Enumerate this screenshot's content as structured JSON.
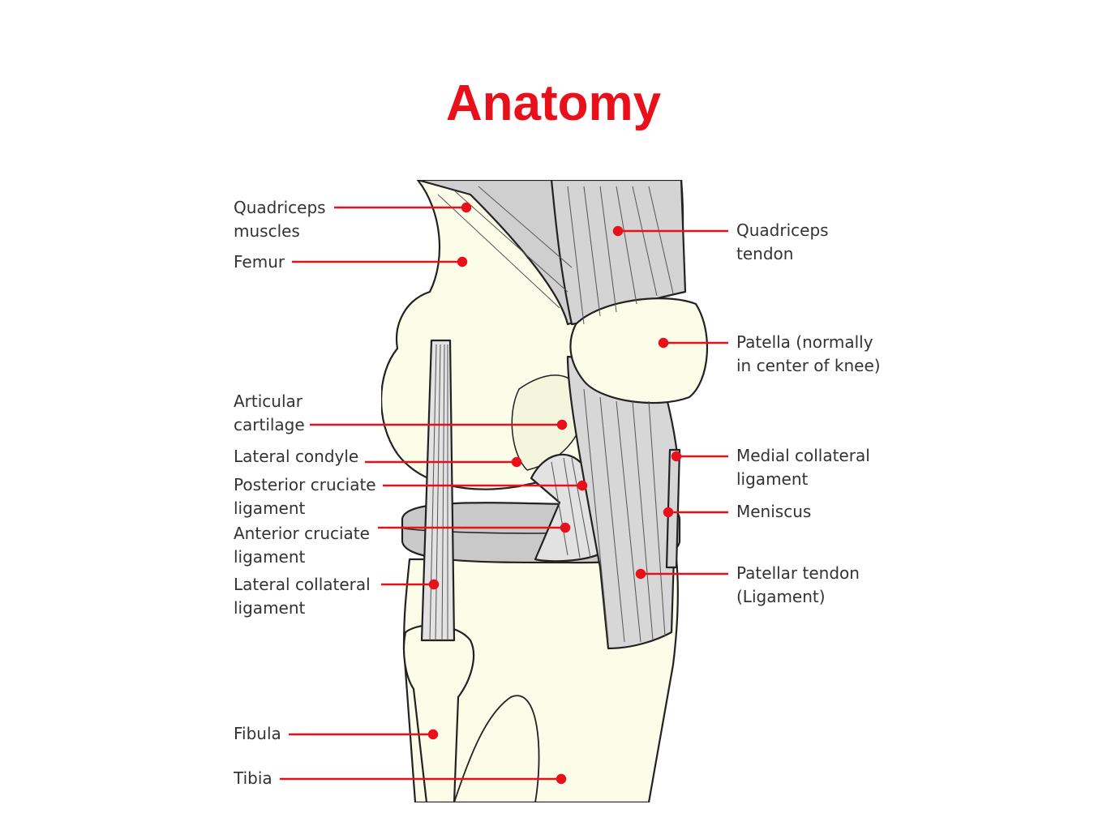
{
  "title": "Anatomy",
  "accent_color": "#e8101a",
  "labels": {
    "quadriceps_muscles": [
      "Quadriceps",
      "muscles"
    ],
    "femur": [
      "Femur"
    ],
    "articular_cartilage": [
      "Articular",
      "cartilage"
    ],
    "lateral_condyle": [
      "Lateral condyle"
    ],
    "posterior_cruciate": [
      "Posterior cruciate",
      "ligament"
    ],
    "anterior_cruciate": [
      "Anterior cruciate",
      "ligament"
    ],
    "lateral_collateral": [
      "Lateral collateral",
      "ligament"
    ],
    "fibula": [
      "Fibula"
    ],
    "tibia": [
      "Tibia"
    ],
    "quadriceps_tendon": [
      "Quadriceps",
      "tendon"
    ],
    "patella": [
      "Patella (normally",
      "in center of knee)"
    ],
    "medial_collateral": [
      "Medial collateral",
      "ligament"
    ],
    "meniscus": [
      "Meniscus"
    ],
    "patellar_tendon": [
      "Patellar tendon",
      "(Ligament)"
    ]
  }
}
